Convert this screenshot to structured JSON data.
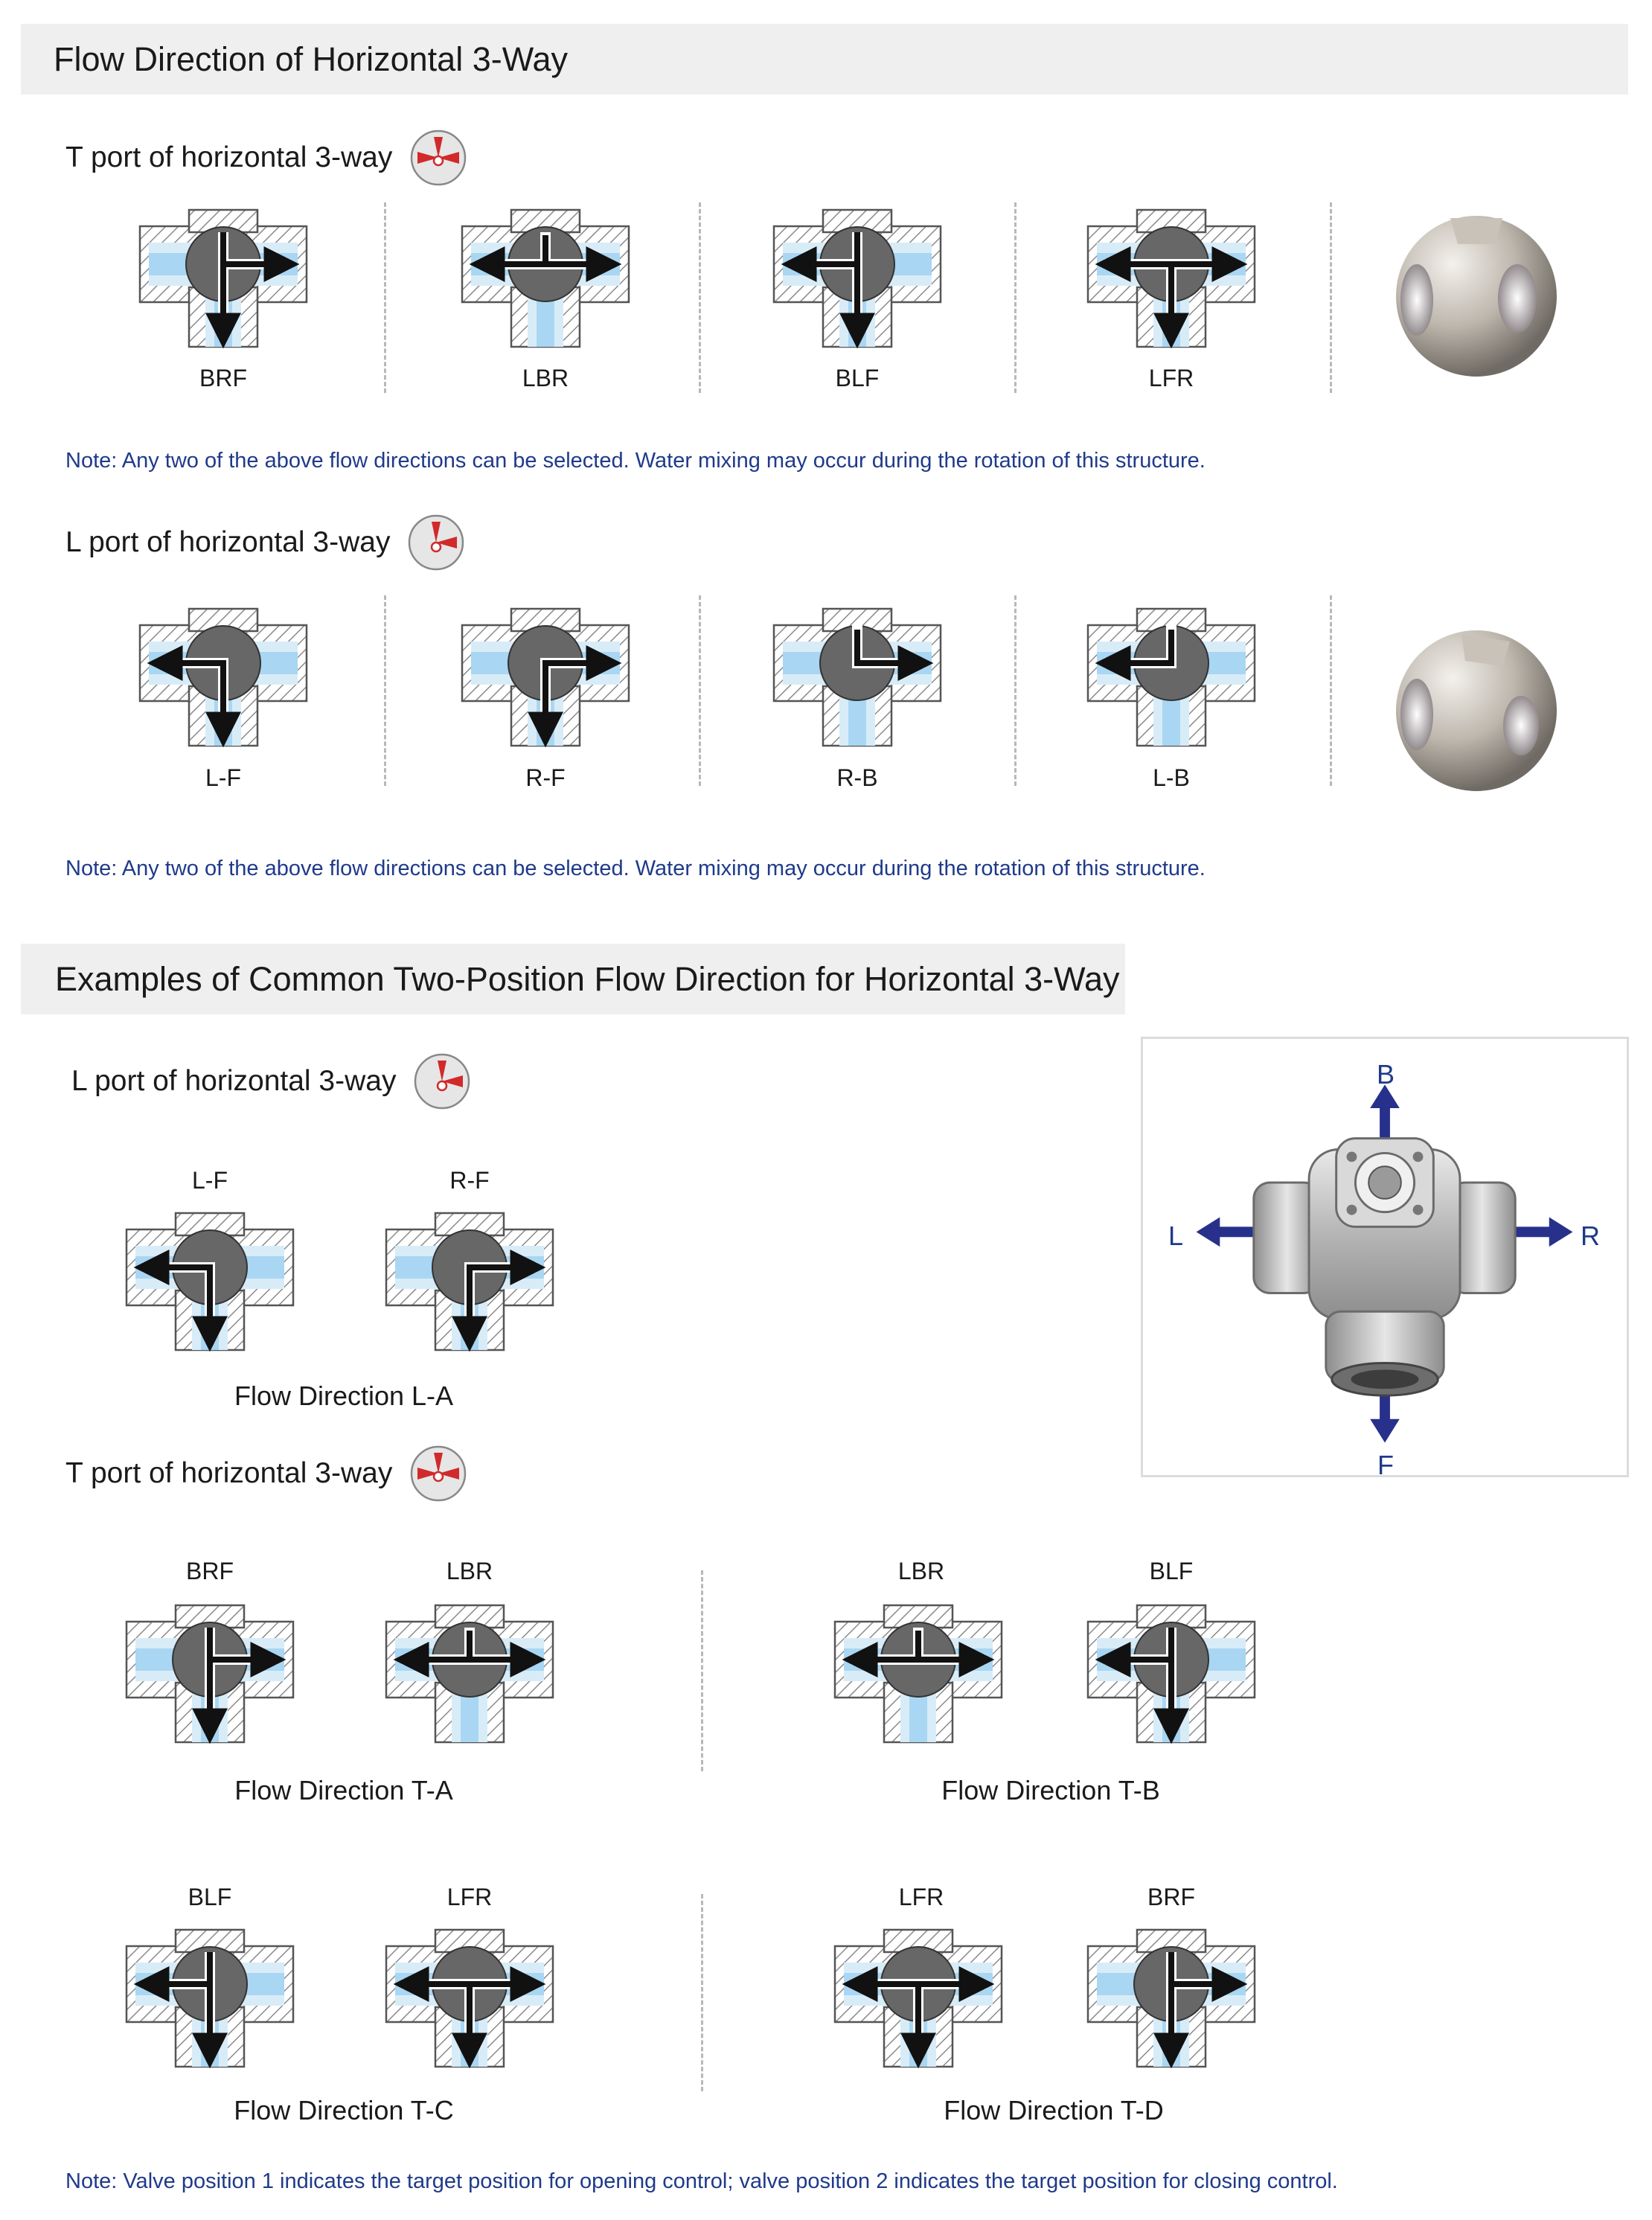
{
  "section1": {
    "title": "Flow Direction of Horizontal 3-Way",
    "t_port": {
      "heading": "T port of horizontal 3-way",
      "handle_icon": "handle-t-icon",
      "items": [
        "BRF",
        "LBR",
        "BLF",
        "LFR"
      ],
      "note": "Note: Any two of the above flow directions can be selected. Water mixing may occur during the rotation of this structure."
    },
    "l_port": {
      "heading": "L port of horizontal 3-way",
      "handle_icon": "handle-l-icon",
      "items": [
        "L-F",
        "R-F",
        "R-B",
        "L-B"
      ],
      "note": "Note: Any two of the above flow directions can be selected. Water mixing may occur during the rotation of this structure."
    }
  },
  "section2": {
    "title": "Examples of Common Two-Position Flow Direction for Horizontal 3-Way",
    "l_port": {
      "heading": "L port of horizontal 3-way",
      "pair": [
        "L-F",
        "R-F"
      ],
      "caption": "Flow Direction L-A"
    },
    "direction_box": {
      "B": "B",
      "L": "L",
      "R": "R",
      "F": "F"
    },
    "t_port": {
      "heading": "T port of horizontal 3-way",
      "groups": [
        {
          "pair": [
            "BRF",
            "LBR"
          ],
          "caption": "Flow Direction T-A"
        },
        {
          "pair": [
            "LBR",
            "BLF"
          ],
          "caption": "Flow Direction T-B"
        },
        {
          "pair": [
            "BLF",
            "LFR"
          ],
          "caption": "Flow Direction T-C"
        },
        {
          "pair": [
            "LFR",
            "BRF"
          ],
          "caption": "Flow Direction T-D"
        }
      ]
    },
    "note": "Note: Valve position 1 indicates the target position for opening control; valve position 2 indicates the target position for closing control."
  },
  "colors": {
    "note_blue": "#1f3a8a",
    "arrow_blue": "#27318b",
    "handle_red": "#d12a2a",
    "fluid_blue": "#bfe0f6"
  }
}
